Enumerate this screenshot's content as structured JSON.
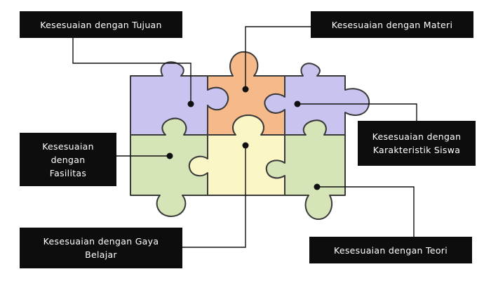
{
  "colors": {
    "purple": "#c9c3ef",
    "orange": "#f6b98a",
    "green": "#d5e5b8",
    "cream": "#fbf6c6",
    "label_bg": "#0d0d0d",
    "label_text": "#ffffff"
  },
  "labels": {
    "tujuan": [
      "Kesesuaian dengan Tujuan"
    ],
    "materi": [
      "Kesesuaian dengan Materi"
    ],
    "fasilitas": [
      "Kesesuaian",
      "dengan",
      "Fasilitas"
    ],
    "karakteristik": [
      "Kesesuaian dengan",
      "Karakteristik Siswa"
    ],
    "gaya": [
      "Kesesuaian dengan Gaya",
      "Belajar"
    ],
    "teori": [
      "Kesesuaian dengan Teori"
    ]
  }
}
